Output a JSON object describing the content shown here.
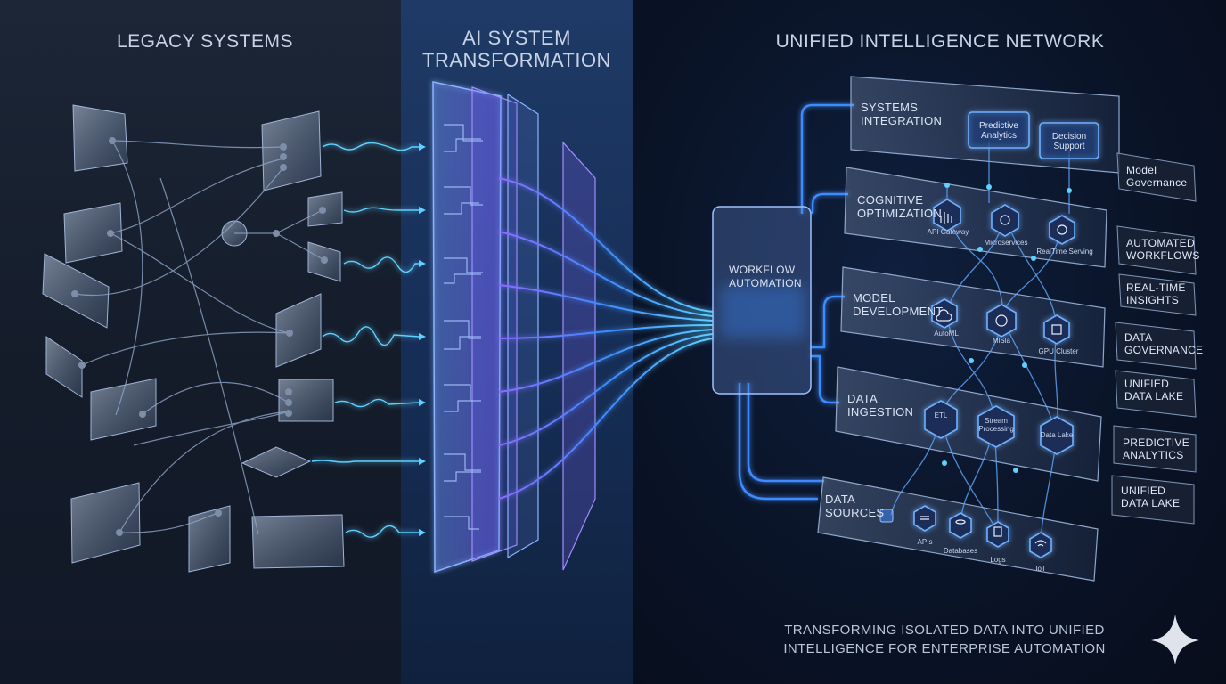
{
  "sections": {
    "legacy": "LEGACY SYSTEMS",
    "ai_line1": "AI SYSTEM",
    "ai_line2": "TRANSFORMATION",
    "network": "UNIFIED INTELLIGENCE NETWORK"
  },
  "hub": {
    "line1": "WORKFLOW",
    "line2": "AUTOMATION"
  },
  "layers": [
    {
      "line1": "SYSTEMS",
      "line2": "INTEGRATION"
    },
    {
      "line1": "COGNITIVE",
      "line2": "OPTIMIZATION"
    },
    {
      "line1": "MODEL",
      "line2": "DEVELOPMENT"
    },
    {
      "line1": "DATA",
      "line2": "INGESTION"
    },
    {
      "line1": "DATA",
      "line2": "SOURCES"
    }
  ],
  "boxes": [
    {
      "line1": "Predictive",
      "line2": "Analytics"
    },
    {
      "line1": "Decision",
      "line2": "Support"
    }
  ],
  "nodes": {
    "api_gateway": "API Gateway",
    "microservices": "Microservices",
    "realtime_serving": "RealTime Serving",
    "automl": "AutoML",
    "mlsla": "MlSla",
    "gpu_cluster": "GPU Cluster",
    "etl": "ETL",
    "stream_processing_1": "Stream",
    "stream_processing_2": "Processing",
    "data_lake": "Data Lake",
    "apis": "APIs",
    "databases": "Databases",
    "logs": "Logs",
    "iot": "IoT"
  },
  "side_labels": [
    {
      "line1": "Model",
      "line2": "Governance"
    },
    {
      "line1": "AUTOMATED",
      "line2": "WORKFLOWS"
    },
    {
      "line1": "REAL-TIME",
      "line2": "INSIGHTS"
    },
    {
      "line1": "DATA",
      "line2": "GOVERNANCE"
    },
    {
      "line1": "UNIFIED",
      "line2": "DATA LAKE"
    },
    {
      "line1": "PREDICTIVE",
      "line2": "ANALYTICS"
    },
    {
      "line1": "UNIFIED",
      "line2": "DATA LAKE"
    }
  ],
  "tagline": {
    "line1": "TRANSFORMING ISOLATED DATA INTO UNIFIED",
    "line2": "INTELLIGENCE FOR ENTERPRISE AUTOMATION"
  },
  "colors": {
    "glow_blue": "#3d8bff",
    "glow_cyan": "#5fd0ff",
    "glow_violet": "#8a6bff",
    "glass": "#9fb4d6"
  },
  "icons": [
    "sparkle-icon",
    "gateway-icon",
    "microservices-icon",
    "timer-icon",
    "cloud-icon",
    "brain-icon",
    "gpu-icon",
    "database-icon",
    "document-icon",
    "wifi-icon"
  ]
}
